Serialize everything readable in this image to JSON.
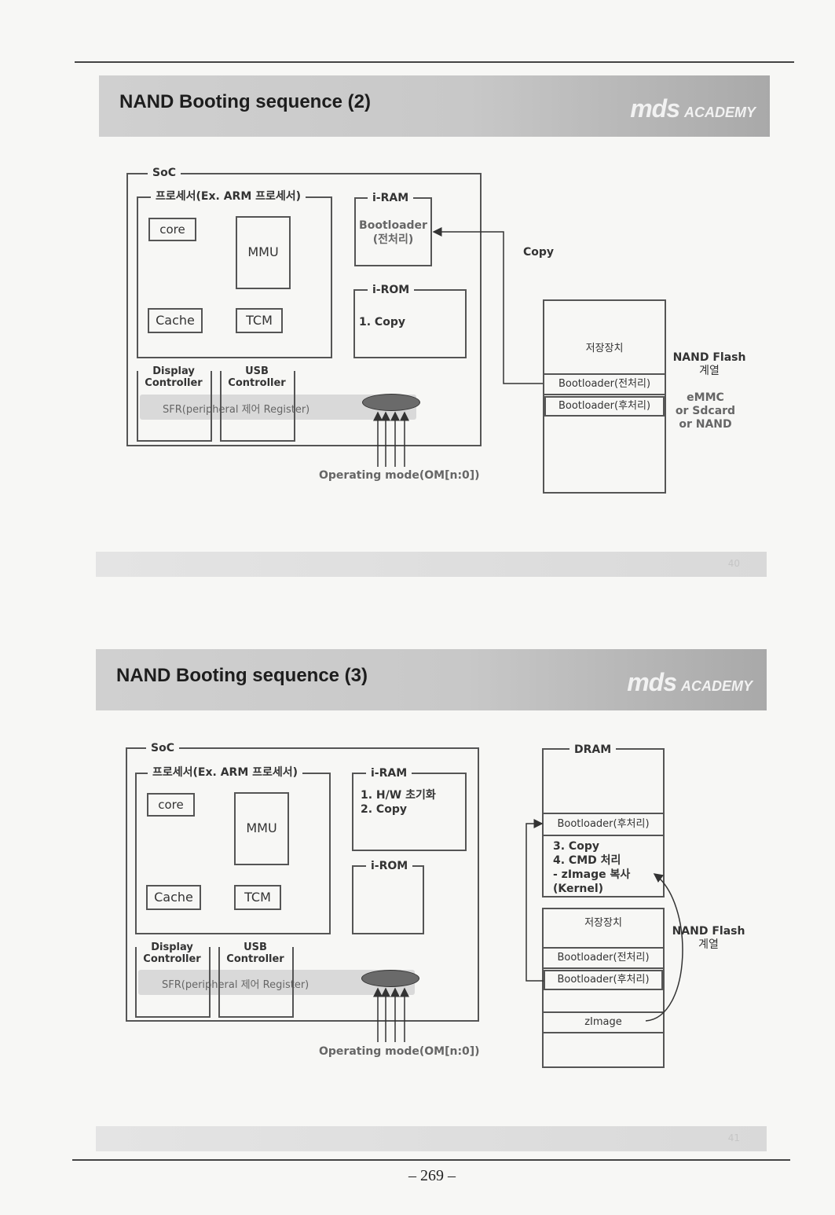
{
  "page_number": "– 269 –",
  "slide1": {
    "title": "NAND Booting sequence (2)",
    "brand_main": "mds",
    "brand_sub": "ACADEMY",
    "slide_number": "40",
    "soc_label": "SoC",
    "processor_label": "프로세서(Ex. ARM 프로세서)",
    "core": "core",
    "mmu": "MMU",
    "cache": "Cache",
    "tcm": "TCM",
    "display_controller": [
      "Display",
      "Controller"
    ],
    "usb_controller": [
      "USB",
      "Controller"
    ],
    "sfr_text": "SFR(peripheral 제어 Register)",
    "iram_label": "i-RAM",
    "iram_content": [
      "Bootloader",
      "(전처리)"
    ],
    "irom_label": "i-ROM",
    "irom_content": "1. Copy",
    "copy_label": "Copy",
    "storage_title": "저장장치",
    "storage_rows": [
      "Bootloader(전처리)",
      "Bootloader(후처리)"
    ],
    "nand_flash": [
      "NAND Flash",
      "계열"
    ],
    "emmc": [
      "eMMC",
      "or Sdcard",
      "or NAND"
    ],
    "operating_mode": "Operating mode(OM[n:0])"
  },
  "slide2": {
    "title": "NAND Booting sequence (3)",
    "brand_main": "mds",
    "brand_sub": "ACADEMY",
    "slide_number": "41",
    "soc_label": "SoC",
    "processor_label": "프로세서(Ex. ARM 프로세서)",
    "core": "core",
    "mmu": "MMU",
    "cache": "Cache",
    "tcm": "TCM",
    "display_controller": [
      "Display",
      "Controller"
    ],
    "usb_controller": [
      "USB",
      "Controller"
    ],
    "sfr_text": "SFR(peripheral 제어 Register)",
    "iram_label": "i-RAM",
    "iram_content": [
      "1. H/W 초기화",
      "2. Copy"
    ],
    "irom_label": "i-ROM",
    "dram_label": "DRAM",
    "dram_row": "Bootloader(후처리)",
    "dram_steps": [
      "3. Copy",
      "4. CMD 처리",
      "- zImage 복사",
      "(Kernel)"
    ],
    "storage_title": "저장장치",
    "storage_rows": [
      "Bootloader(전처리)",
      "Bootloader(후처리)",
      "zImage"
    ],
    "nand_flash": [
      "NAND Flash",
      "계열"
    ],
    "operating_mode": "Operating mode(OM[n:0])"
  }
}
